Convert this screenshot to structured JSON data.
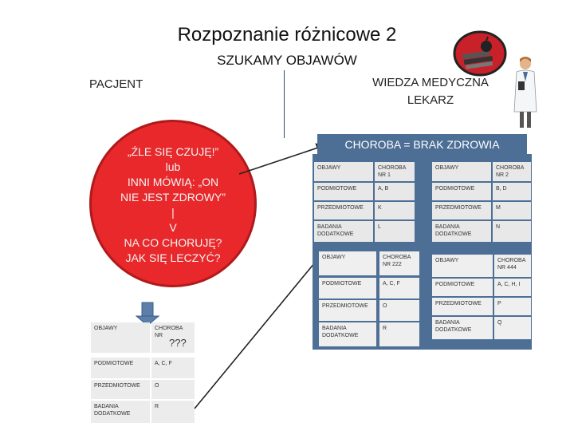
{
  "title": "Rozpoznanie różnicowe 2",
  "subtitle": "SZUKAMY OBJAWÓW",
  "patient_label": "PACJENT",
  "knowledge_label": [
    "WIEDZA MEDYCZNA",
    "LEKARZ"
  ],
  "circle_lines": [
    "„ŹLE SIĘ CZUJĘ!”",
    "lub",
    "INNI MÓWIĄ: „ON",
    "NIE JEST ZDROWY”",
    "|",
    "V",
    "NA CO CHORUJĘ?",
    "JAK SIĘ LECZYĆ?"
  ],
  "banner": "CHOROBA = BRAK ZDROWIA",
  "knowledge_tables": [
    {
      "header": [
        "OBJAWY",
        "CHOROBA NR 1"
      ],
      "rows": [
        [
          "PODMIOTOWE",
          "A, B"
        ],
        [
          "PRZEDMIOTOWE",
          "K"
        ],
        [
          "BADANIA DODATKOWE",
          "L"
        ]
      ]
    },
    {
      "header": [
        "OBJAWY",
        "CHOROBA NR 2"
      ],
      "rows": [
        [
          "PODMIOTOWE",
          "B, D"
        ],
        [
          "PRZEDMIOTOWE",
          "M"
        ],
        [
          "BADANIA DODATKOWE",
          "N"
        ]
      ]
    },
    {
      "header": [
        "OBJAWY",
        "CHOROBA NR 222"
      ],
      "rows": [
        [
          "PODMIOTOWE",
          "A, C, F"
        ],
        [
          "PRZEDMIOTOWE",
          "O"
        ],
        [
          "BADANIA DODATKOWE",
          "R"
        ]
      ]
    },
    {
      "header": [
        "OBJAWY",
        "CHOROBA NR 444"
      ],
      "rows": [
        [
          "PODMIOTOWE",
          "A, C, H, I"
        ],
        [
          "PRZEDMIOTOWE",
          "P"
        ],
        [
          "BADANIA DODATKOWE",
          "Q"
        ]
      ]
    }
  ],
  "patient_table": {
    "header": [
      "OBJAWY",
      "CHOROBA NR",
      "???"
    ],
    "rows": [
      [
        "PODMIOTOWE",
        "A, C, F"
      ],
      [
        "PRZEDMIOTOWE",
        "O"
      ],
      [
        "BADANIA DODATKOWE",
        "R"
      ]
    ]
  },
  "colors": {
    "circle_red": "#e8282b",
    "panel_blue": "#4d6f95",
    "arrow_blue": "#5b7fa8",
    "cell_grey": "#e8e8e8"
  },
  "icons": [
    "medical-books-logo-icon",
    "doctor-icon",
    "down-arrow-icon"
  ]
}
